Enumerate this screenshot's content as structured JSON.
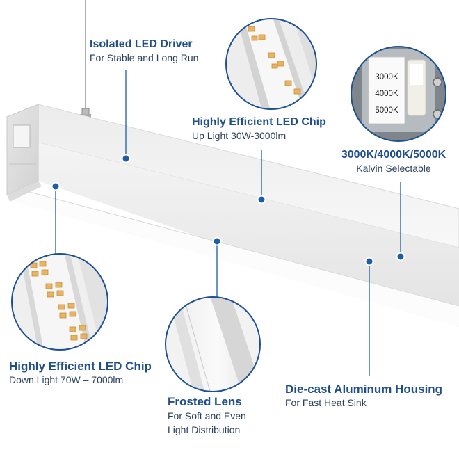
{
  "callouts": {
    "driver": {
      "title": "Isolated LED Driver",
      "subtitle": "For Stable and Long Run"
    },
    "chip_up": {
      "title": "Highly Efficient LED Chip",
      "subtitle": "Up Light 30W-3000lm"
    },
    "cct": {
      "title": "3000K/4000K/5000K",
      "subtitle": "Kalvin Selectable",
      "switch_options": [
        "3000K",
        "4000K",
        "5000K"
      ]
    },
    "chip_down": {
      "title": "Highly Efficient LED Chip",
      "subtitle": "Down Light 70W – 7000lm"
    },
    "lens": {
      "title": "Frosted Lens",
      "line1": "For Soft and Even",
      "line2": "Light Distribution"
    },
    "housing": {
      "title": "Die-cast Aluminum Housing",
      "subtitle": "For Fast Heat Sink"
    }
  },
  "colors": {
    "accent": "#1f4e8c",
    "callout_ring": "#1c4f93",
    "marker": "#1c5ea6",
    "body_text": "#2a3f5f",
    "fixture": "#f1f1f1",
    "led_amber": "#e8b463"
  }
}
